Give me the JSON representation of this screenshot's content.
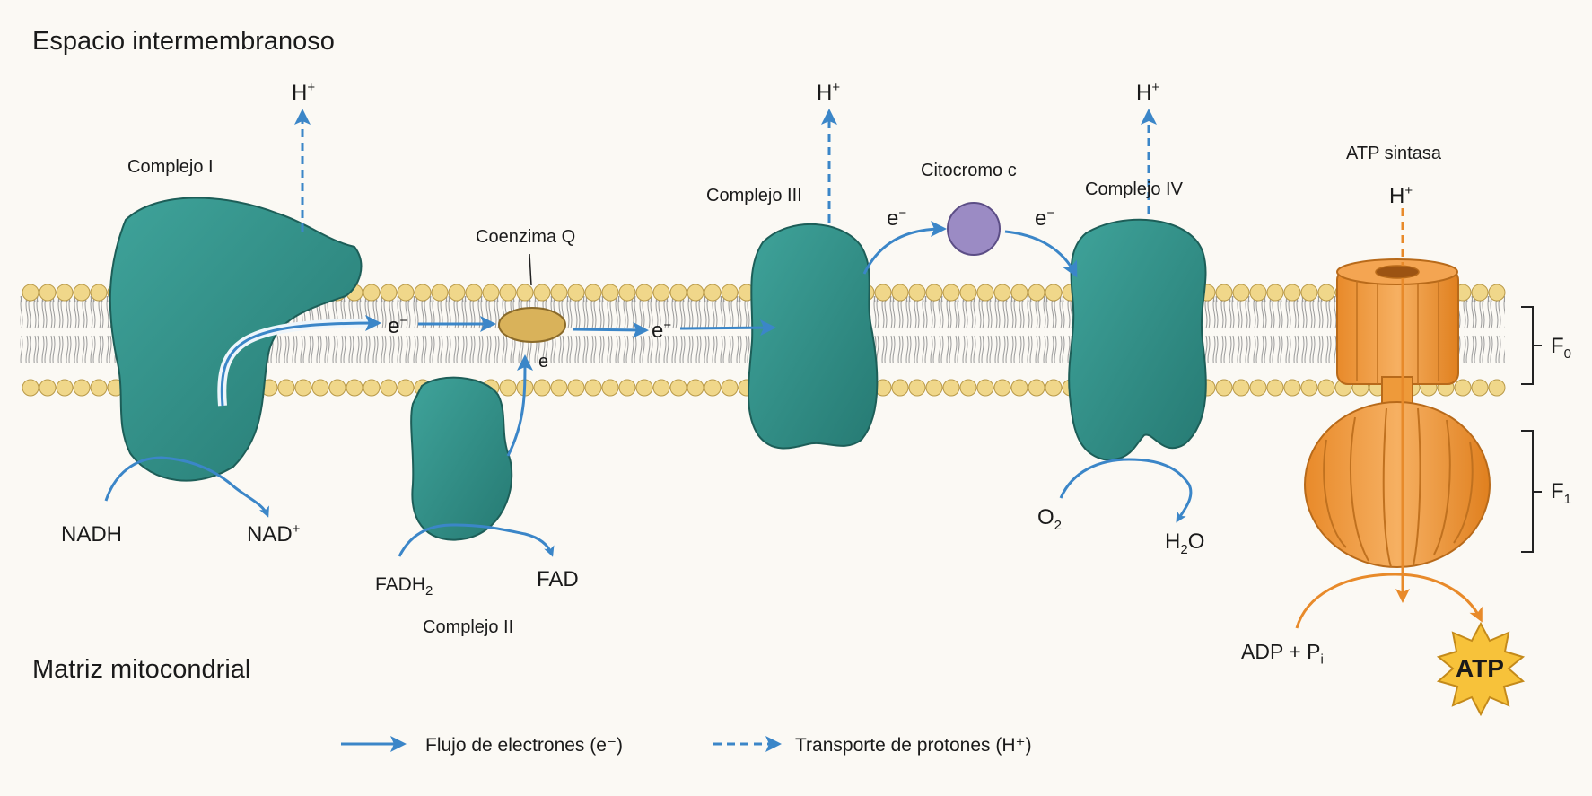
{
  "regions": {
    "intermembrane": "Espacio intermembranoso",
    "matrix": "Matriz mitocondrial"
  },
  "complexes": {
    "c1": "Complejo I",
    "c2": "Complejo II",
    "c3": "Complejo III",
    "c4": "Complejo IV",
    "coq": "Coenzima Q",
    "cytc": "Citocromo c",
    "atp_synthase": "ATP sintasa"
  },
  "molecules": {
    "nadh": "NADH",
    "nad": "NAD",
    "fadh": "FADH",
    "fadh_sub": "2",
    "fad": "FAD",
    "o": "O",
    "o_sub": "2",
    "h2o_h": "H",
    "h2o_sub": "2",
    "h2o_o": "O",
    "adp": "ADP + P",
    "adp_sub": "i",
    "atp": "ATP",
    "h": "H",
    "plus": "+",
    "e": "e",
    "minus": "−",
    "f0": "F",
    "f0_sub": "0",
    "f1": "F",
    "f1_sub": "1"
  },
  "legend": {
    "electron_flow": "Flujo de electrones (e⁻)",
    "proton_transport": "Transporte de protones (H⁺)"
  },
  "colors": {
    "protein": "#2e8c85",
    "protein_dark": "#1d5e58",
    "atp_synthase": "#ee9a3a",
    "arrow_blue": "#3b86c8",
    "arrow_orange": "#e88a2a",
    "lipid_head": "#f0d78a",
    "coq": "#d9b25a",
    "cytc": "#9b8bc4",
    "atp_star": "#f7c23a"
  }
}
